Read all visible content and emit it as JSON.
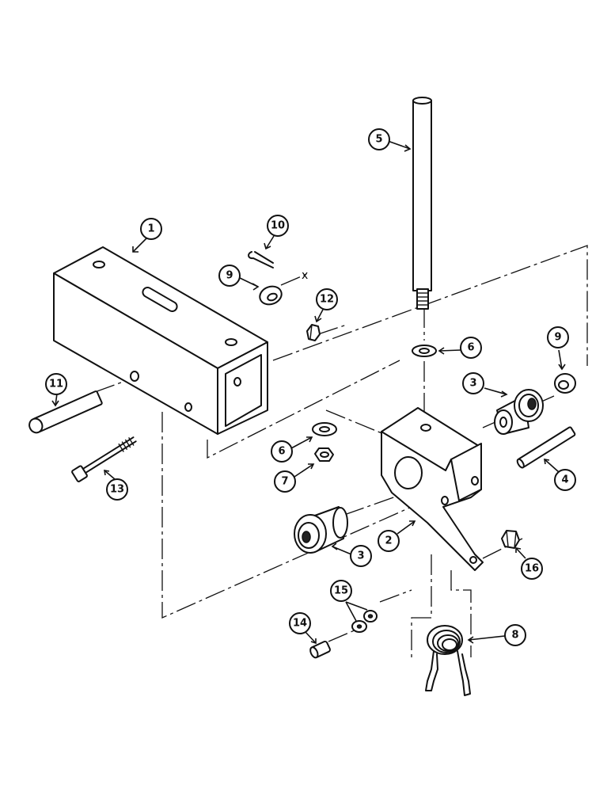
{
  "diagram": {
    "callouts": [
      {
        "id": "c1",
        "label": "1"
      },
      {
        "id": "c2",
        "label": "2"
      },
      {
        "id": "c3a",
        "label": "3"
      },
      {
        "id": "c3b",
        "label": "3"
      },
      {
        "id": "c4",
        "label": "4"
      },
      {
        "id": "c5",
        "label": "5"
      },
      {
        "id": "c6a",
        "label": "6"
      },
      {
        "id": "c6b",
        "label": "6"
      },
      {
        "id": "c7",
        "label": "7"
      },
      {
        "id": "c8",
        "label": "8"
      },
      {
        "id": "c9a",
        "label": "9"
      },
      {
        "id": "c9b",
        "label": "9"
      },
      {
        "id": "c10",
        "label": "10"
      },
      {
        "id": "c11",
        "label": "11"
      },
      {
        "id": "c12",
        "label": "12"
      },
      {
        "id": "c13",
        "label": "13"
      },
      {
        "id": "c14",
        "label": "14"
      },
      {
        "id": "c15",
        "label": "15"
      },
      {
        "id": "c16",
        "label": "16"
      }
    ]
  }
}
